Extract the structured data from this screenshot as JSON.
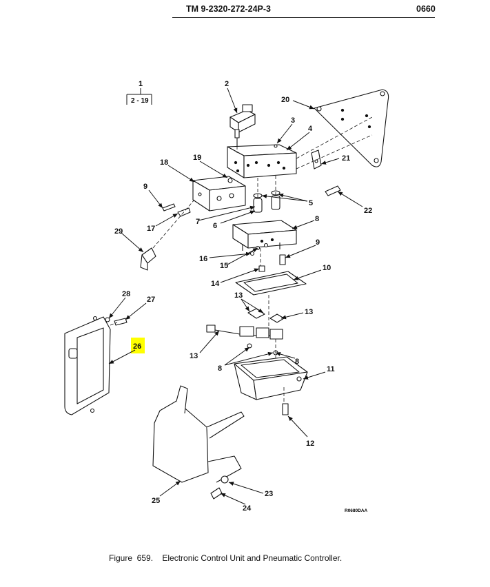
{
  "header": {
    "title": "TM 9-2320-272-24P-3",
    "page_number": "0660"
  },
  "figure": {
    "caption": "Figure  659.    Electronic Control Unit and Pneumatic Controller.",
    "art_code": "R0680DAA",
    "group_top": "1",
    "group_range": "2 - 19",
    "highlight_color": "#ffff00"
  },
  "callouts": {
    "c2": "2",
    "c3": "3",
    "c4": "4",
    "c5": "5",
    "c6": "6",
    "c7": "7",
    "c8a": "8",
    "c8b": "8",
    "c8c": "8",
    "c9a": "9",
    "c9b": "9",
    "c10": "10",
    "c11": "11",
    "c12": "12",
    "c13a": "13",
    "c13b": "13",
    "c13c": "13",
    "c14": "14",
    "c15": "15",
    "c16": "16",
    "c17": "17",
    "c18": "18",
    "c19": "19",
    "c20": "20",
    "c21": "21",
    "c22": "22",
    "c23": "23",
    "c24": "24",
    "c25": "25",
    "c26": "26",
    "c27": "27",
    "c28": "28",
    "c29": "29"
  }
}
